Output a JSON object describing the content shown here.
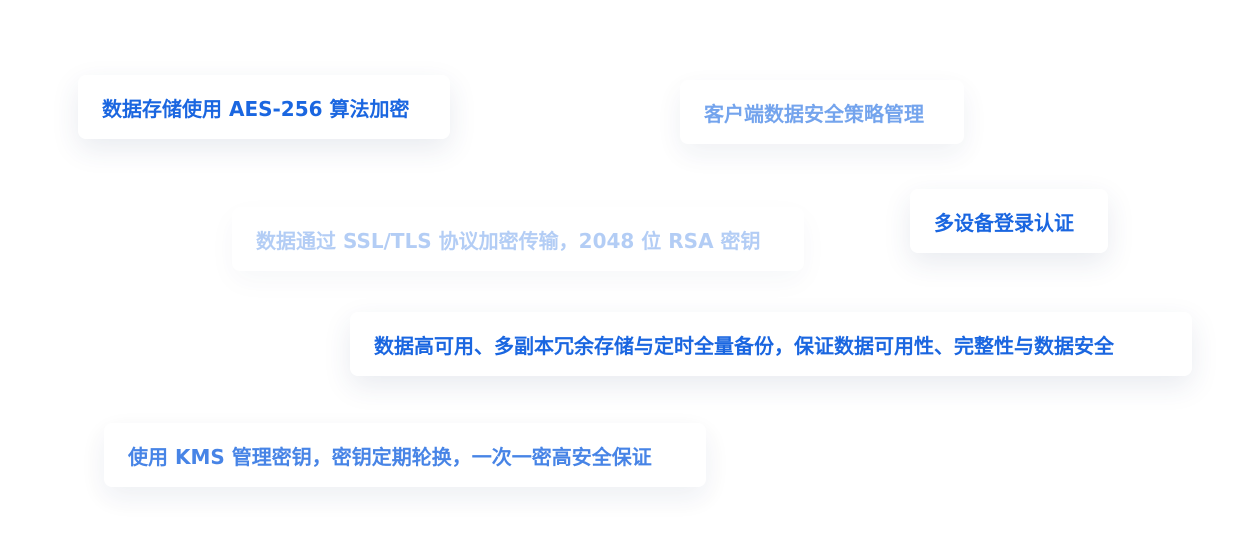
{
  "tags": [
    {
      "text": "数据存储使用 AES-256 算法加密",
      "color": "#1a66e0"
    },
    {
      "text": "客户端数据安全策略管理",
      "color": "#3a7ee6"
    },
    {
      "text": "数据通过 SSL/TLS 协议加密传输，2048 位 RSA 密钥",
      "color": "#3a7ee6"
    },
    {
      "text": "多设备登录认证",
      "color": "#1a66e0"
    },
    {
      "text": "数据高可用、多副本冗余存储与定时全量备份，保证数据可用性、完整性与数据安全",
      "color": "#1a66e0"
    },
    {
      "text": "使用 KMS 管理密钥，密钥定期轮换，一次一密高安全保证",
      "color": "#1a66e0"
    }
  ]
}
